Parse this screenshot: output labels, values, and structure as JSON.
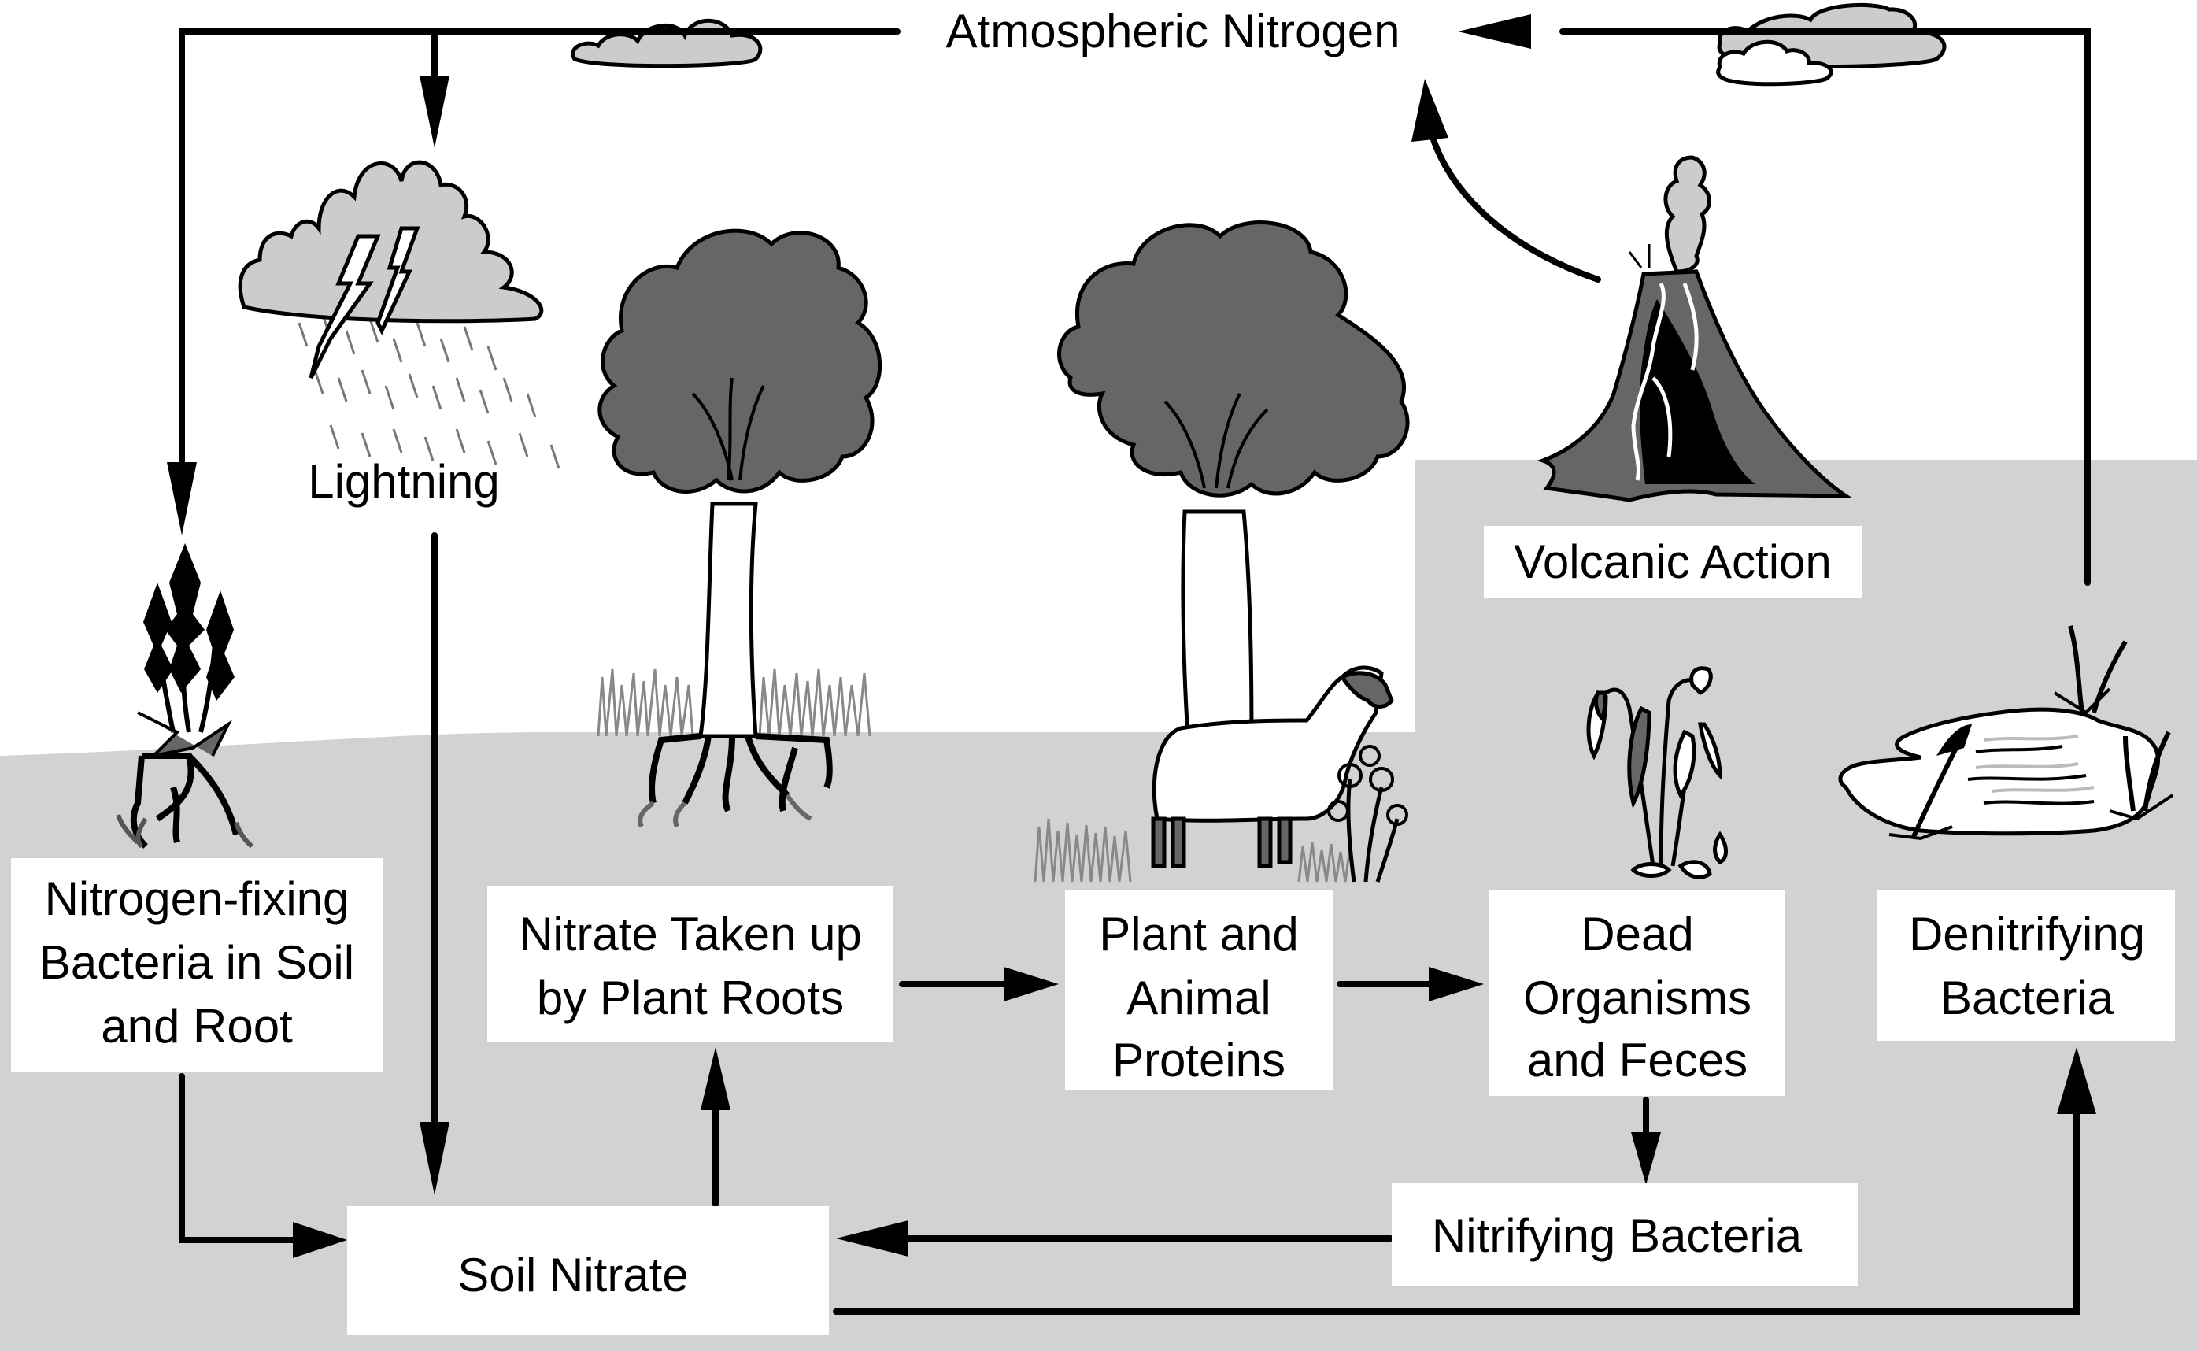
{
  "diagram": {
    "title": "Nitrogen Cycle",
    "colors": {
      "ground": "#d1d2d4",
      "sky": "#ffffff",
      "box_fill": "#ffffff",
      "arrow": "#000000",
      "foliage": "#666666",
      "cloud": "#cccccc"
    },
    "nodes": {
      "atmospheric_nitrogen": "Atmospheric Nitrogen",
      "lightning": "Lightning",
      "volcanic_action": "Volcanic Action",
      "nitrogen_fixing": [
        "Nitrogen-fixing",
        "Bacteria in Soil",
        "and Root"
      ],
      "nitrate_uptake": [
        "Nitrate Taken up",
        "by Plant Roots"
      ],
      "plant_animal_proteins": [
        "Plant and",
        "Animal",
        "Proteins"
      ],
      "dead_organisms": [
        "Dead",
        "Organisms",
        "and Feces"
      ],
      "denitrifying": [
        "Denitrifying",
        "Bacteria"
      ],
      "soil_nitrate": "Soil Nitrate",
      "nitrifying": "Nitrifying Bacteria"
    },
    "edges": [
      {
        "from": "Atmospheric Nitrogen",
        "to": "Lightning"
      },
      {
        "from": "Atmospheric Nitrogen",
        "to": "Nitrogen-fixing Bacteria in Soil and Root"
      },
      {
        "from": "Lightning",
        "to": "Soil Nitrate"
      },
      {
        "from": "Nitrogen-fixing Bacteria in Soil and Root",
        "to": "Soil Nitrate"
      },
      {
        "from": "Soil Nitrate",
        "to": "Nitrate Taken up by Plant Roots"
      },
      {
        "from": "Nitrate Taken up by Plant Roots",
        "to": "Plant and Animal Proteins"
      },
      {
        "from": "Plant and Animal Proteins",
        "to": "Dead Organisms and Feces"
      },
      {
        "from": "Dead Organisms and Feces",
        "to": "Nitrifying Bacteria"
      },
      {
        "from": "Nitrifying Bacteria",
        "to": "Soil Nitrate"
      },
      {
        "from": "Soil Nitrate",
        "to": "Denitrifying Bacteria"
      },
      {
        "from": "Denitrifying Bacteria",
        "to": "Atmospheric Nitrogen"
      },
      {
        "from": "Volcanic Action",
        "to": "Atmospheric Nitrogen"
      }
    ],
    "illustrations": [
      "cloud",
      "storm-cloud-lightning",
      "clover-plant",
      "tree",
      "tree-with-sheep",
      "volcano",
      "wilted-plant",
      "pond-with-cattails"
    ]
  }
}
